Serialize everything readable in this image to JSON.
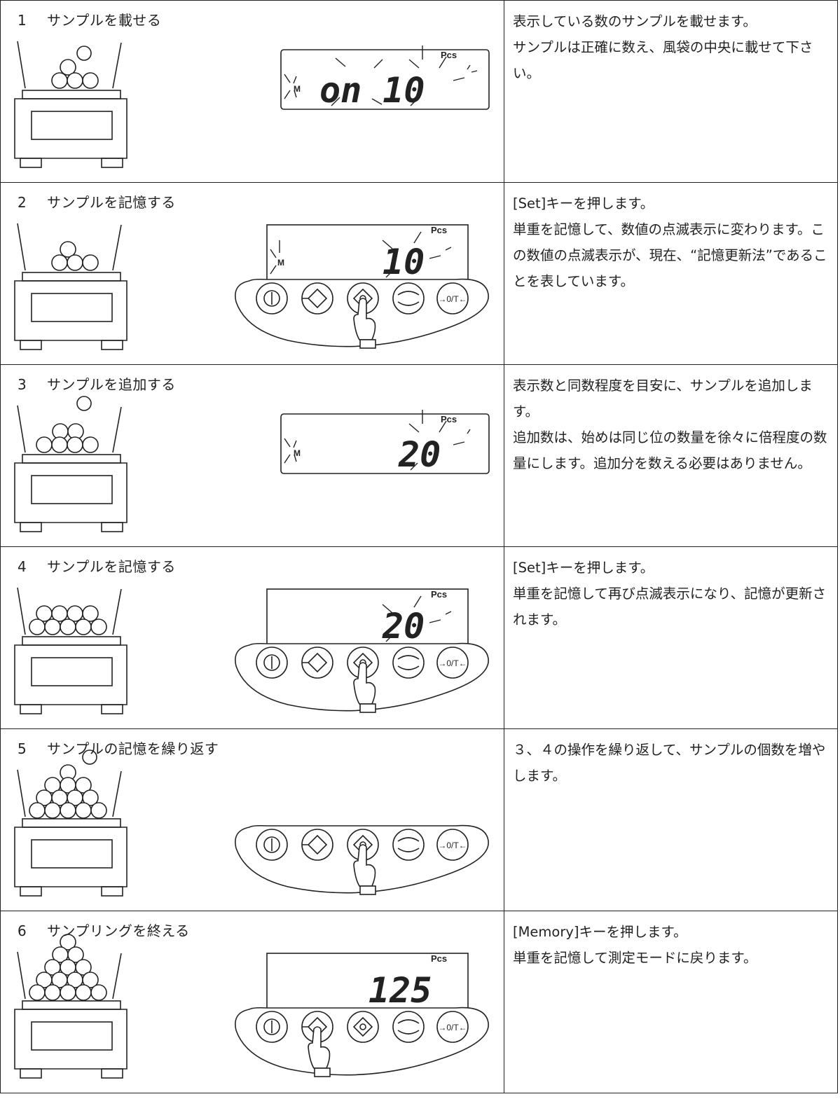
{
  "steps": [
    {
      "number": "1",
      "title": "サンプルを載せる",
      "display": "on 10",
      "unit": "Pcs",
      "memory_mark": "M",
      "lines": [
        "表示している数のサンプルを載せます。",
        "サンプルは正確に数え、風袋の中央に載せて下さい。"
      ]
    },
    {
      "number": "2",
      "title": "サンプルを記憶する",
      "display": "10",
      "unit": "Pcs",
      "memory_mark": "M",
      "lines": [
        "[Set]キーを押します。",
        "単重を記憶して、数値の点滅表示に変わります。この数値の点滅表示が、現在、“記憶更新法”であることを表しています。"
      ]
    },
    {
      "number": "3",
      "title": "サンプルを追加する",
      "display": "20",
      "unit": "Pcs",
      "memory_mark": "M",
      "lines": [
        "表示数と同数程度を目安に、サンプルを追加します。",
        "追加数は、始めは同じ位の数量を徐々に倍程度の数量にします。追加分を数える必要はありません。"
      ]
    },
    {
      "number": "4",
      "title": "サンプルを記憶する",
      "display": "20",
      "unit": "Pcs",
      "lines": [
        "[Set]キーを押します。",
        "単重を記憶して再び点滅表示になり、記憶が更新されます。"
      ]
    },
    {
      "number": "5",
      "title": "サンプルの記憶を繰り返す",
      "lines": [
        "３、４の操作を繰り返して、サンプルの個数を増やします。"
      ]
    },
    {
      "number": "6",
      "title": "サンプリングを終える",
      "display": "125",
      "unit": "Pcs",
      "lines": [
        "[Memory]キーを押します。",
        "単重を記憶して測定モードに戻ります。"
      ]
    }
  ],
  "keypad": {
    "tare_key": "→0/T←"
  }
}
